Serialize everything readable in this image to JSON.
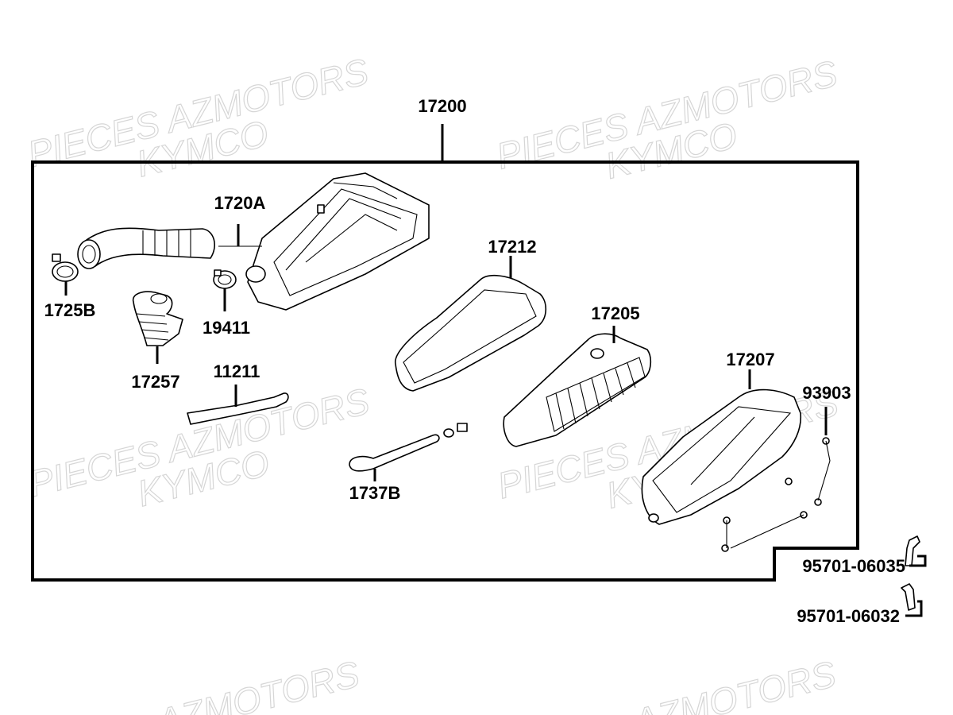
{
  "watermarks": [
    {
      "line1": "PIECES AZMOTORS",
      "line2": "KYMCO"
    },
    {
      "line1": "PIECES AZMOTORS",
      "line2": "KYMCO"
    },
    {
      "line1": "PIECES AZMOTORS",
      "line2": "KYMCO"
    },
    {
      "line1": "PIECES AZMOTORS",
      "line2": "KYMCO"
    },
    {
      "line1": "AZMOTORS"
    },
    {
      "line1": "AZMOTORS"
    }
  ],
  "parts": {
    "assembly": "17200",
    "case": "1720A",
    "clamp_left": "1725B",
    "clamp_small": "19411",
    "duct": "17257",
    "tube_upper": "11211",
    "seal": "17212",
    "element": "17205",
    "cover": "17207",
    "screws": "93903",
    "drain_tube": "1737B",
    "bolt_1": "95701-06035",
    "bolt_2": "95701-06032"
  }
}
